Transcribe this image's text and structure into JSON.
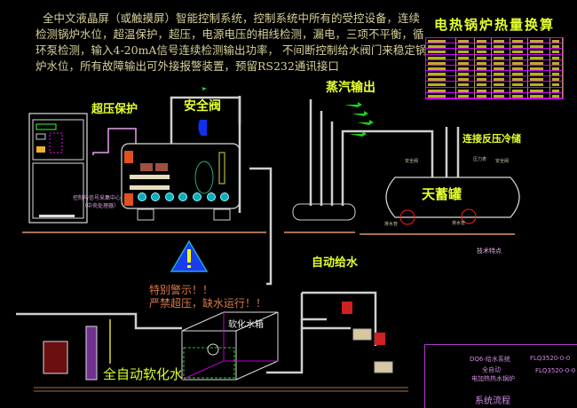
{
  "intro_text": {
    "lines": [
      "全中文液晶屏（或触摸屏）智能控制系统，控制系统中所有的受控设备，连续",
      "检测锅炉水位，超温保护，超压，电源电压的相线检测，漏电，三项不平衡，循",
      "环泵检测，输入4-20mA信号连续检测输出功率，  不间断控制给水阀门来稳定锅",
      "炉水位，所有故障输出可外接报警装置，预留RS232通讯接口"
    ]
  },
  "heat_table": {
    "title": "电热锅炉热量换算",
    "rows": 11,
    "cols": 7
  },
  "labels": {
    "overpressure": "超压保护",
    "safety_valve": "安全阀",
    "steam_output": "蒸汽输出",
    "connect_tank": "连接反压冷储",
    "storage_tank": "天蓄罐",
    "auto_feed": "自动给水",
    "control_center": "控制与信号采集中心",
    "control_center_sub": "（中央处理器）",
    "tank_safety_valve_1": "安全阀",
    "tank_pressure_gauge": "压力表",
    "tank_safety_valve_2": "安全阀",
    "drain_1": "排水管",
    "drain_2": "排水管",
    "warning_1": "特别警示！！",
    "warning_2": "严禁超压，缺水运行！！",
    "soft_tank": "软化水箱",
    "auto_soften": "全自动软化水"
  },
  "tech_notes": {
    "title": "技术特点"
  },
  "title_block": {
    "system": "DQ6-给水系统",
    "code": "FLQ3520-0-0",
    "code2": "FLQ3520-0-0",
    "product_1": "全自动",
    "product_2": "电加热热水锅炉",
    "drawing_name": "系统流程"
  },
  "colors": {
    "accent": "#e6ff2e",
    "pipe": "#d8d8d8",
    "table_border": "#cc00ff",
    "warning": "#d87a4a"
  }
}
